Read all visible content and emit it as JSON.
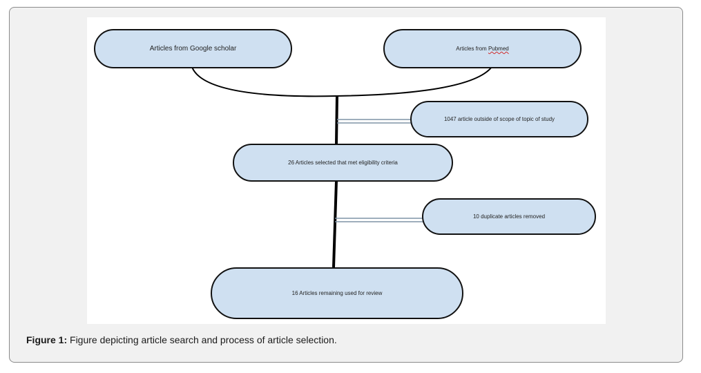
{
  "figure": {
    "nodes": {
      "google_scholar": "Articles from Google scholar",
      "pubmed_prefix": "Articles from ",
      "pubmed_word": "Pubmed",
      "outside_scope": "1047 article outside of scope of topic of study",
      "eligible": "26 Articles selected that met eligibility criteria",
      "duplicates": "10 duplicate articles removed",
      "remaining": "16 Articles remaining used for review"
    },
    "colors": {
      "node_fill": "#cfe0f1",
      "node_border": "#111111",
      "connector": "#000000",
      "side_branch": "#7f93a6"
    }
  },
  "caption": {
    "label": "Figure 1:",
    "text": " Figure depicting article search and process of article selection."
  }
}
